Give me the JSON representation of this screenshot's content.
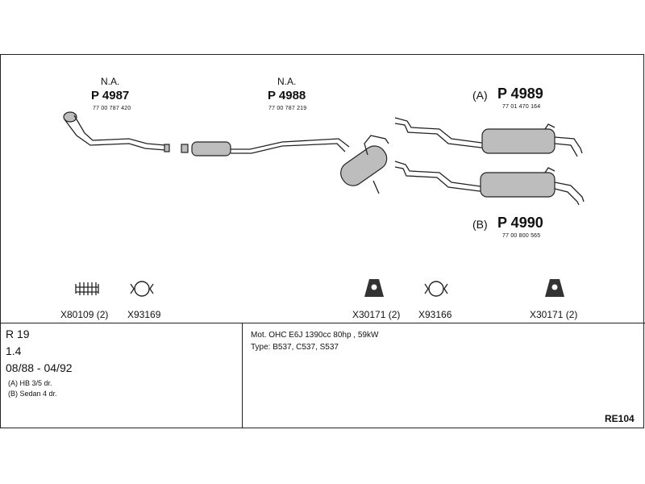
{
  "parts": {
    "front_pipe": {
      "availability": "N.A.",
      "part_number": "P 4987",
      "oem": "77 00 787 420"
    },
    "middle_silencer": {
      "availability": "N.A.",
      "part_number": "P 4988",
      "oem": "77 00 787 219"
    },
    "rear_a": {
      "variant": "(A)",
      "part_number": "P 4989",
      "oem": "77 01 470 164"
    },
    "rear_b": {
      "variant": "(B)",
      "part_number": "P 4990",
      "oem": "77 00 800 565"
    }
  },
  "accessories": [
    {
      "label": "X80109 (2)",
      "icon": "spring-icon"
    },
    {
      "label": "X93169",
      "icon": "clamp-icon"
    },
    {
      "label": "X30171 (2)",
      "icon": "rubber-mount-icon"
    },
    {
      "label": "X93166",
      "icon": "clamp-icon"
    },
    {
      "label": "X30171 (2)",
      "icon": "rubber-mount-icon"
    }
  ],
  "vehicle": {
    "model": "R 19",
    "engine_size": "1.4",
    "years": "08/88 - 04/92",
    "variants": [
      "(A) HB 3/5 dr.",
      "(B) Sedan 4 dr."
    ]
  },
  "spec": {
    "motor": "Mot. OHC E6J 1390cc 80hp , 59kW",
    "type": "Type: B537, C537, S537"
  },
  "reference": "RE104"
}
